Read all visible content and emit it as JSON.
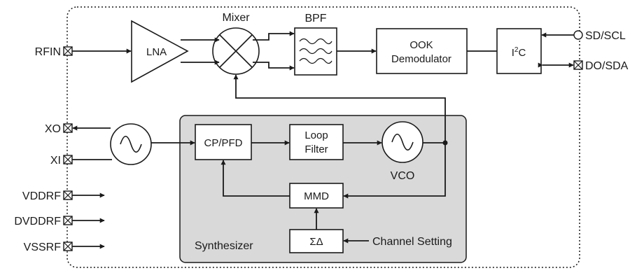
{
  "pins": {
    "rfin": "RFIN",
    "xo": "XO",
    "xi": "XI",
    "vddrf": "VDDRF",
    "dvddrf": "DVDDRF",
    "vssrf": "VSSRF",
    "sd_scl": "SD/SCL",
    "do_sda": "DO/SDA"
  },
  "blocks": {
    "lna": "LNA",
    "mixer": "Mixer",
    "bpf": "BPF",
    "ook_line1": "OOK",
    "ook_line2": "Demodulator",
    "i2c_i": "I",
    "i2c_sup": "2",
    "i2c_c": "C",
    "cp_pfd": "CP/PFD",
    "loop_line1": "Loop",
    "loop_line2": "Filter",
    "vco": "VCO",
    "mmd": "MMD",
    "sigma_delta": "ΣΔ",
    "synthesizer": "Synthesizer",
    "channel_setting": "Channel Setting"
  }
}
